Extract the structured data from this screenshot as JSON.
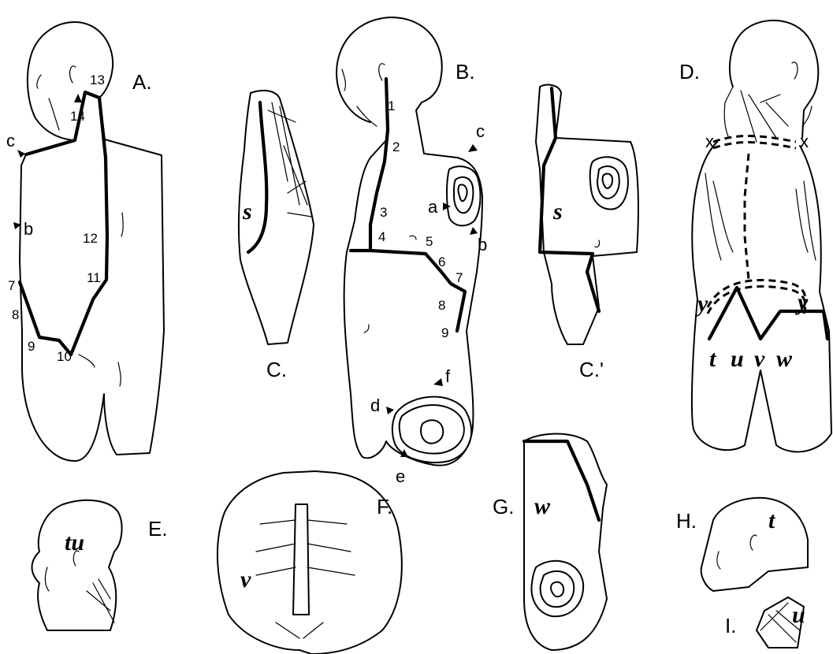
{
  "panels": {
    "A": "A.",
    "B": "B.",
    "C": "C.",
    "C_prime": "C.'",
    "D": "D.",
    "E": "E.",
    "F": "F.",
    "G": "G.",
    "H": "H.",
    "I": "I."
  },
  "panel_A": {
    "numbers": [
      "13",
      "14",
      "12",
      "11",
      "7",
      "8",
      "9",
      "10"
    ],
    "letters": [
      "c",
      "b"
    ]
  },
  "panel_B": {
    "numbers": [
      "1",
      "2",
      "3",
      "4",
      "5",
      "6",
      "7",
      "8",
      "9"
    ],
    "letters": [
      "c",
      "a",
      "b",
      "f",
      "d",
      "e"
    ]
  },
  "part_labels": {
    "C_part": "s",
    "C_prime_part": "s",
    "D_x_left": "x",
    "D_x_right": "x",
    "D_y_left": "y",
    "D_y_right": "y",
    "D_parts": [
      "t",
      "u",
      "v",
      "w"
    ],
    "E_part": "tu",
    "F_part": "v",
    "G_part": "w",
    "H_part": "t",
    "I_part": "u"
  }
}
